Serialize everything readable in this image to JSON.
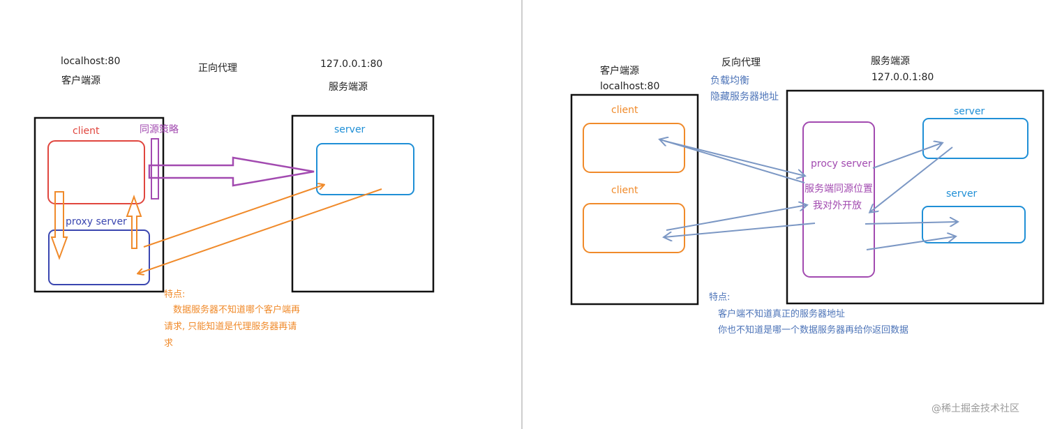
{
  "left": {
    "client_origin_host": "localhost:80",
    "client_origin_label": "客户端源",
    "title": "正向代理",
    "server_host": "127.0.0.1:80",
    "server_origin_label": "服务端源",
    "client_label": "client",
    "same_origin_label": "同源策略",
    "proxy_label": "proxy server",
    "server_label": "server",
    "feature_title": "特点:",
    "feature_line1": "数据服务器不知道哪个客户端再",
    "feature_line2": "请求, 只能知道是代理服务器再请",
    "feature_line3": "求"
  },
  "right": {
    "client_origin_label": "客户端源",
    "client_origin_host": "localhost:80",
    "title": "反向代理",
    "sub1": "负载均衡",
    "sub2": "隐藏服务器地址",
    "server_origin_label": "服务端源",
    "server_host": "127.0.0.1:80",
    "client1_label": "client",
    "client2_label": "client",
    "proxy_label": "procy server",
    "proxy_note1": "服务端同源位置",
    "proxy_note2": "我对外开放",
    "server1_label": "server",
    "server2_label": "server",
    "feature_title": "特点:",
    "feature_line1": "客户端不知道真正的服务器地址",
    "feature_line2": "你也不知道是哪一个数据服务器再给你返回数据"
  },
  "watermark": "@稀土掘金技术社区",
  "colors": {
    "black": "#111111",
    "client_red": "#e0463e",
    "proxy_navy": "#3a46b0",
    "policy_purple": "#a24ab0",
    "server_blue": "#1f8fd6",
    "arrow_orange": "#f08a2a",
    "arrow_steel": "#7b97c4"
  }
}
